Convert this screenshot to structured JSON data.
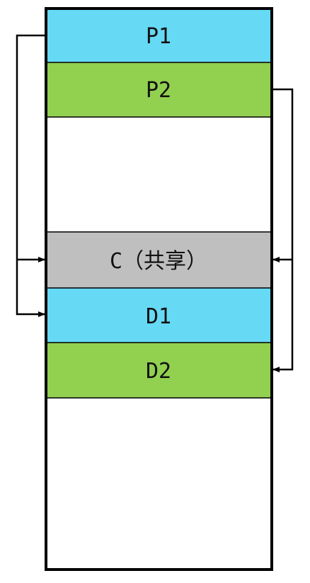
{
  "segments": [
    {
      "id": "p1",
      "label": "P1",
      "color": "#66d9f5"
    },
    {
      "id": "p2",
      "label": "P2",
      "color": "#92d050"
    },
    {
      "id": "empty-upper",
      "label": "",
      "color": "#ffffff"
    },
    {
      "id": "c",
      "label": "C（共享）",
      "color": "#bfbfbf"
    },
    {
      "id": "d1",
      "label": "D1",
      "color": "#66d9f5"
    },
    {
      "id": "d2",
      "label": "D2",
      "color": "#92d050"
    },
    {
      "id": "empty-lower",
      "label": "",
      "color": "#ffffff"
    }
  ],
  "links": [
    {
      "from": "P1",
      "to": [
        "C（共享）",
        "D1"
      ],
      "side": "left"
    },
    {
      "from": "P2",
      "to": [
        "C（共享）",
        "D2"
      ],
      "side": "right"
    }
  ],
  "colors": {
    "border": "#000000",
    "arrow": "#000000"
  }
}
